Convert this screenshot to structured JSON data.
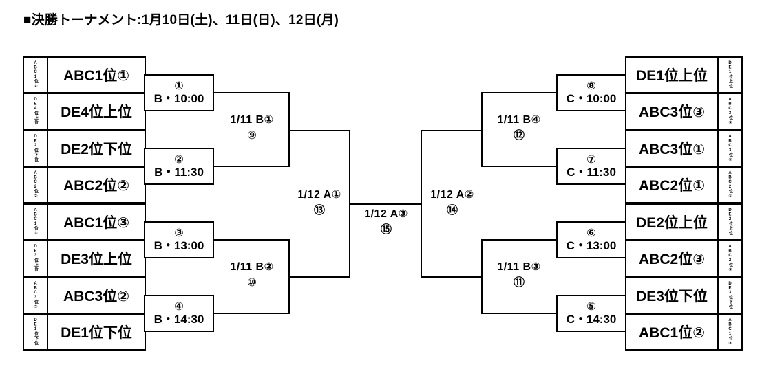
{
  "title": "■決勝トーナメント:1月10日(土)、11日(日)、12日(月)",
  "left_teams": [
    {
      "name": "ABC1位①",
      "vlabel": "ABC1位①"
    },
    {
      "name": "DE4位上位",
      "vlabel": "DE4位上位"
    },
    {
      "name": "DE2位下位",
      "vlabel": "DE2位下位"
    },
    {
      "name": "ABC2位②",
      "vlabel": "ABC2位②"
    },
    {
      "name": "ABC1位③",
      "vlabel": "ABC1位③"
    },
    {
      "name": "DE3位上位",
      "vlabel": "DE3位上位"
    },
    {
      "name": "ABC3位②",
      "vlabel": "ABC3位②"
    },
    {
      "name": "DE1位下位",
      "vlabel": "DE1位下位"
    }
  ],
  "right_teams": [
    {
      "name": "DE1位上位",
      "vlabel": "DE1位上位"
    },
    {
      "name": "ABC3位③",
      "vlabel": "ABC3位③"
    },
    {
      "name": "ABC3位①",
      "vlabel": "ABC3位①"
    },
    {
      "name": "ABC2位①",
      "vlabel": "ABC2位①"
    },
    {
      "name": "DE2位上位",
      "vlabel": "DE2位上位"
    },
    {
      "name": "ABC2位③",
      "vlabel": "ABC2位③"
    },
    {
      "name": "DE3位下位",
      "vlabel": "DE3位下位"
    },
    {
      "name": "ABC1位②",
      "vlabel": "ABC1位②"
    }
  ],
  "left_matches": [
    {
      "no": "①",
      "time": "B・10:00"
    },
    {
      "no": "②",
      "time": "B・11:30"
    },
    {
      "no": "③",
      "time": "B・13:00"
    },
    {
      "no": "④",
      "time": "B・14:30"
    }
  ],
  "right_matches": [
    {
      "no": "⑧",
      "time": "C・10:00"
    },
    {
      "no": "⑦",
      "time": "C・11:30"
    },
    {
      "no": "⑥",
      "time": "C・13:00"
    },
    {
      "no": "⑤",
      "time": "C・14:30"
    }
  ],
  "round2_labels": [
    {
      "main": "1/11  B①",
      "num": "⑨"
    },
    {
      "main": "1/11  B②",
      "num": "⑩"
    },
    {
      "main": "1/11  B④",
      "num": "⑫"
    },
    {
      "main": "1/11  B③",
      "num": "⑪"
    }
  ],
  "semifinals": [
    {
      "main": "1/12  A①",
      "num": "⑬"
    },
    {
      "main": "1/12  A②",
      "num": "⑭"
    }
  ],
  "final": {
    "main": "1/12  A③",
    "num": "⑮"
  },
  "colors": {
    "line": "#000000",
    "background": "#ffffff",
    "text": "#000000"
  }
}
